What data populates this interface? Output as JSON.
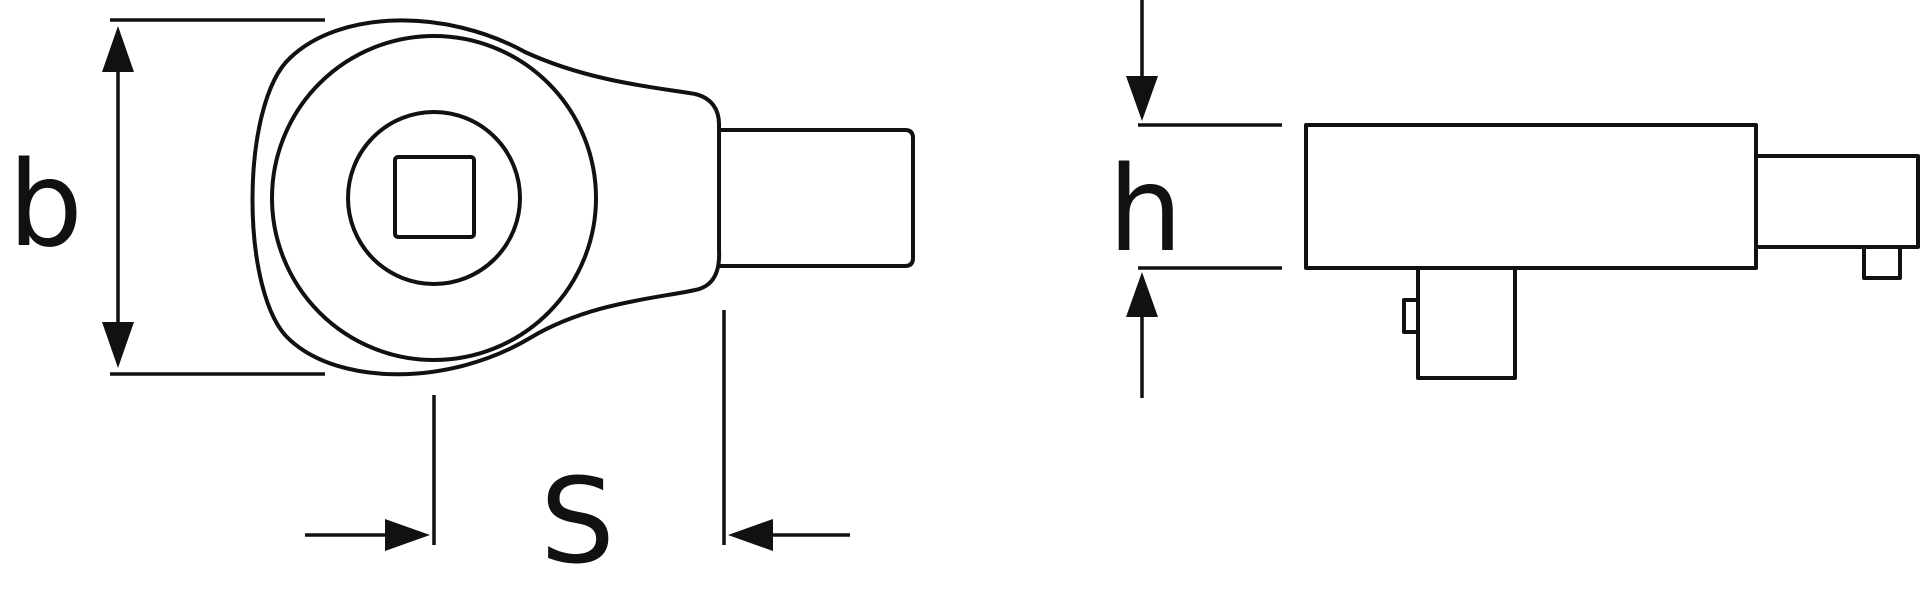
{
  "labels": {
    "width": "b",
    "offset": "S",
    "height": "h"
  },
  "colors": {
    "line": "#111111",
    "background": "#ffffff"
  }
}
